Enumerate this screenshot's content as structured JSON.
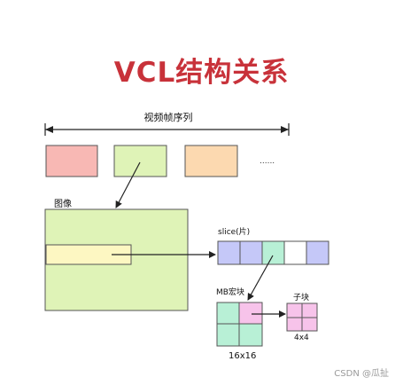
{
  "title": "VCL结构关系",
  "labels": {
    "video_frames": "视频帧序列",
    "frame_ellipsis": "......",
    "image": "图像",
    "slice": "slice(片)",
    "slice_ellipsis": "...",
    "macroblock": "MB宏块",
    "sub_block": "子块",
    "macroblock_size": "16x16",
    "sub_block_size": "4x4"
  },
  "watermark": "CSDN @瓜扯",
  "colors": {
    "title": "#c8323a",
    "frame_1": "#f8b8b4",
    "frame_2": "#dff3b7",
    "frame_3": "#fcd9b0",
    "picture": "#dff3b7",
    "picture_slice_row": "#fdf7c2",
    "slice_blue": "#c5c8f8",
    "slice_green": "#b8f0d6",
    "mb_pink": "#f7c3ea",
    "mb_green": "#b8f0d6"
  }
}
